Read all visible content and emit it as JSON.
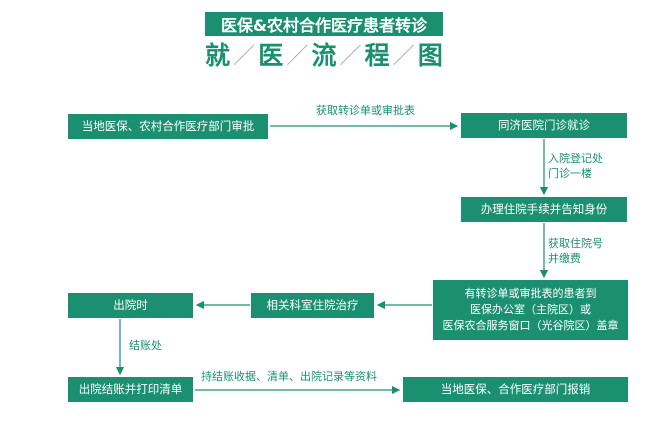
{
  "title": "医保&农村合作医疗患者转诊",
  "subtitle": [
    "就",
    "医",
    "流",
    "程",
    "图"
  ],
  "boxes": {
    "b1": "当地医保、农村合作医疗部门审批",
    "b2": "同济医院门诊就诊",
    "b3": "办理住院手续并告知身份",
    "b4": [
      "有转诊单或审批表的患者到",
      "医保办公室（主院区）或",
      "医保农合服务窗口（光谷院区）盖章"
    ],
    "b5": "相关科室住院治疗",
    "b6": "出院时",
    "b7": "出院结账并打印清单",
    "b8": "当地医保、合作医疗部门报销"
  },
  "labels": {
    "l1": "获取转诊单或审批表",
    "l2": [
      "入院登记处",
      "门诊一楼"
    ],
    "l3": [
      "获取住院号",
      "并缴费"
    ],
    "l4": "结账处",
    "l5": "持结账收据、清单、出院记录等资料"
  }
}
